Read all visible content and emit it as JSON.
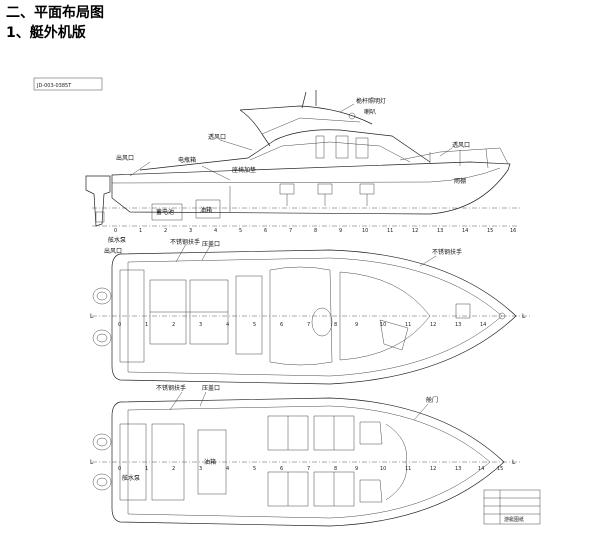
{
  "headings": {
    "section": "二、平面布局图",
    "subsection": "1、艇外机版"
  },
  "drawing_no": "JD-003-0385T",
  "labels": {
    "antenna_light": "桅杆照明灯",
    "horn": "喇叭",
    "vent_window_left": "透风口",
    "vent_window_right": "透风口",
    "rain_cover": "雨棚",
    "electric_box": "电瓶箱",
    "seat_top": "座椅加垫",
    "aft_vent": "出风口",
    "fuel_tank": "油箱",
    "battery": "蓄电池",
    "bilge_pump_side": "舷水泵",
    "handrail_left": "不锈钢扶手",
    "hatch_top": "压盖口",
    "handrail_right": "不锈钢扶手",
    "aft_vent_plan": "出风口",
    "handrail_bottom": "不锈钢扶手",
    "hatch_bottom": "压盖口",
    "cabin_door": "舱门",
    "fuel_tank_bottom": "油箱",
    "bilge_pump_bottom": "舷水泵",
    "title_block": "游艇图纸",
    "L_left_top": "L",
    "L_right_top": "L",
    "L_left_bottom": "L",
    "L_right_bottom": "L"
  },
  "stations_side": [
    "0",
    "1",
    "2",
    "3",
    "4",
    "5",
    "6",
    "7",
    "8",
    "9",
    "10",
    "11",
    "12",
    "13",
    "14",
    "15",
    "16"
  ],
  "stations_plan": [
    "0",
    "1",
    "2",
    "3",
    "4",
    "5",
    "6",
    "7",
    "8",
    "9",
    "10",
    "11",
    "12",
    "13",
    "14",
    "15"
  ],
  "colors": {
    "ink": "#222222",
    "paper": "#ffffff"
  }
}
